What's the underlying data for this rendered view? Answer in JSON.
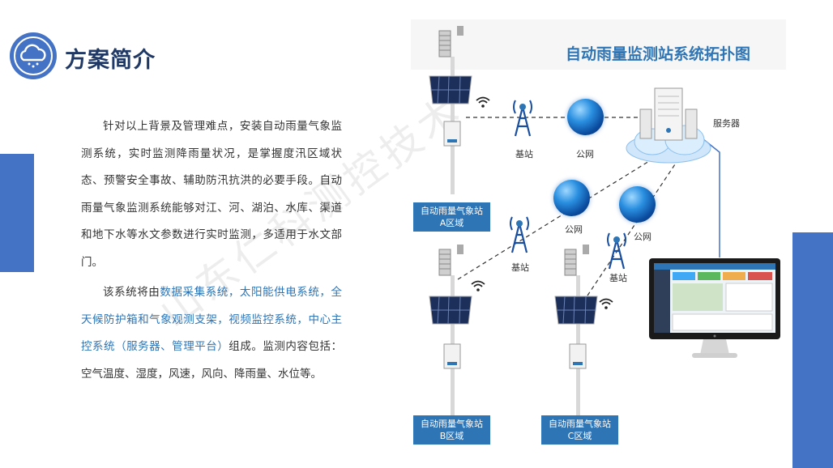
{
  "header": {
    "title": "方案简介",
    "logo_icon": "cloud-snow-icon"
  },
  "intro": {
    "p1": "针对以上背景及管理难点，安装自动雨量气象监测系统，实时监测降雨量状况，是掌握度汛区域状态、预警安全事故、辅助防汛抗洪的必要手段。自动雨量气象监测系统能够对江、河、湖泊、水库、渠道和地下水等水文参数进行实时监测，多适用于水文部门。",
    "p2_lead": "该系统将由",
    "p2_highlight": "数据采集系统，太阳能供电系统，全天候防护箱和气象观测支架，视频监控系统，中心主控系统（服务器、管理平台）",
    "p2_tail": "组成。监测内容包括：空气温度、湿度，风速，风向、降雨量、水位等。"
  },
  "watermark": "山东仁科测控技术",
  "diagram": {
    "title": "自动雨量监测站系统拓扑图",
    "labels": {
      "base_station_1": "基站",
      "public_net_1": "公网",
      "server": "服务器",
      "public_net_2": "公网",
      "public_net_3": "公网",
      "base_station_2": "基站",
      "base_station_3": "基站"
    },
    "stations": {
      "a": {
        "name": "自动雨量气象站",
        "zone": "A区域"
      },
      "b": {
        "name": "自动雨量气象站",
        "zone": "B区域"
      },
      "c": {
        "name": "自动雨量气象站",
        "zone": "C区域"
      }
    }
  },
  "colors": {
    "accent": "#4472c4",
    "title": "#1f3864",
    "highlight": "#2e75b6"
  }
}
